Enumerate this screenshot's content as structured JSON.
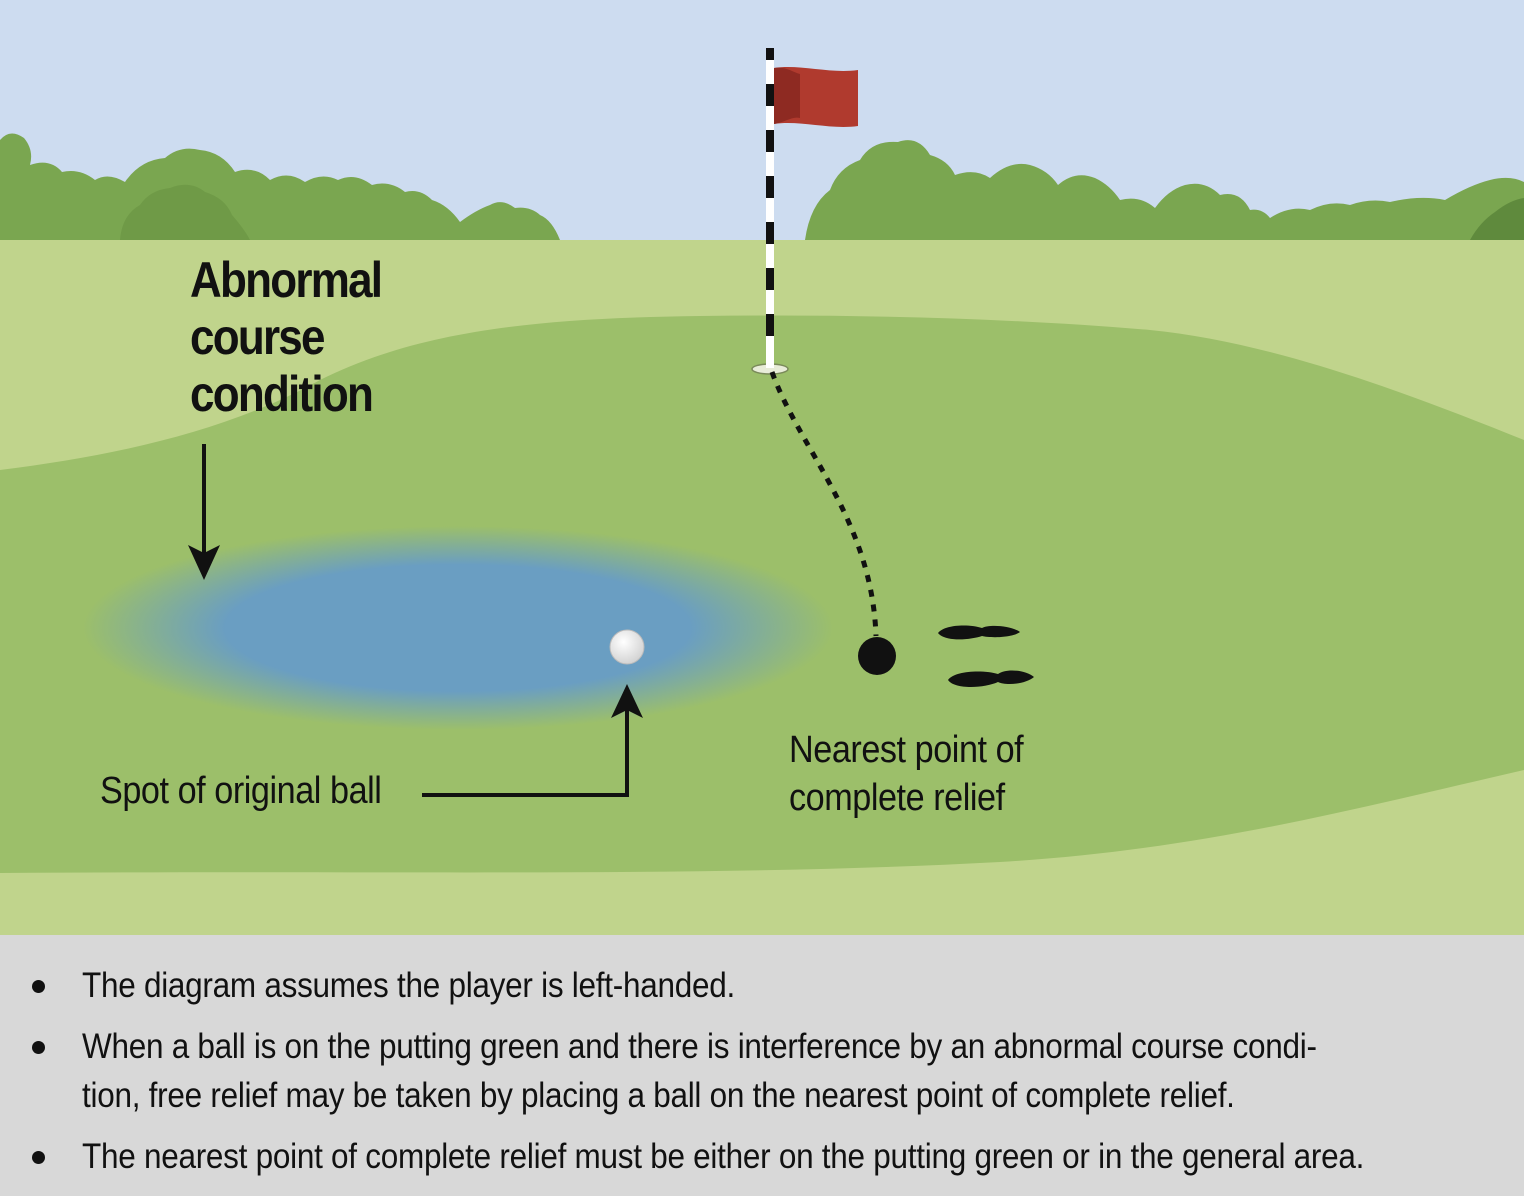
{
  "labels": {
    "abnormal_course_condition": [
      "Abnormal",
      "course",
      "condition"
    ],
    "spot_of_original_ball": "Spot of original ball",
    "nearest_point": [
      "Nearest point of",
      "complete relief"
    ]
  },
  "notes": [
    "The diagram assumes the player is left-handed.",
    "When a ball is on the putting green and there is interference by an abnormal course condi-tion, free relief may be taken by placing a ball on the nearest point of complete relief.",
    "The nearest point of complete relief must be either on the putting green or in the general area."
  ],
  "colors": {
    "sky": "#cddcf0",
    "trees": "#7aa650",
    "fairway_light": "#c0d48c",
    "green": "#9cbf6a",
    "water": "#6a9ec2",
    "flag": "#b03a2e",
    "notes_bg": "#d8d8d8"
  }
}
